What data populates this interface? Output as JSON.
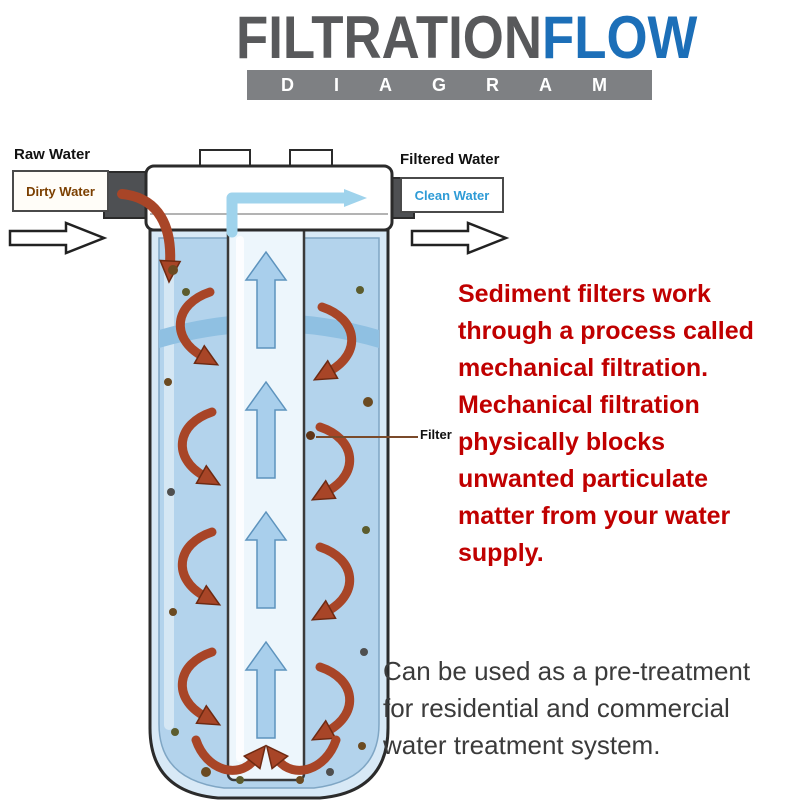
{
  "logo": {
    "title_part1": "FILTRATION",
    "title_part2": "FLOW",
    "subtitle": "DIAGRAM",
    "title_part1_color": "#58595B",
    "title_part2_color": "#1C6FB8",
    "subtitle_bar_color": "#7E8083"
  },
  "diagram": {
    "raw_water_label": "Raw Water",
    "dirty_water_box": "Dirty Water",
    "filtered_water_label": "Filtered Water",
    "clean_water_box": "Clean Water",
    "filter_callout": "Filter",
    "water_color": "#B3D3EC",
    "dirty_flow_arrow_color": "#A84527",
    "clean_flow_arrow_color": "#9FD3EC",
    "port_color": "#4E5053"
  },
  "description": {
    "color": "#C00000",
    "lines": [
      "Sediment filters work",
      "through a process called",
      "mechanical filtration.",
      "Mechanical filtration",
      "physically blocks",
      "unwanted particulate",
      "matter from your water",
      "supply."
    ]
  },
  "footnote": {
    "color": "#3B3B3B",
    "lines": [
      "Can be used as a pre-treatment",
      "for residential and commercial",
      "water treatment system."
    ]
  }
}
